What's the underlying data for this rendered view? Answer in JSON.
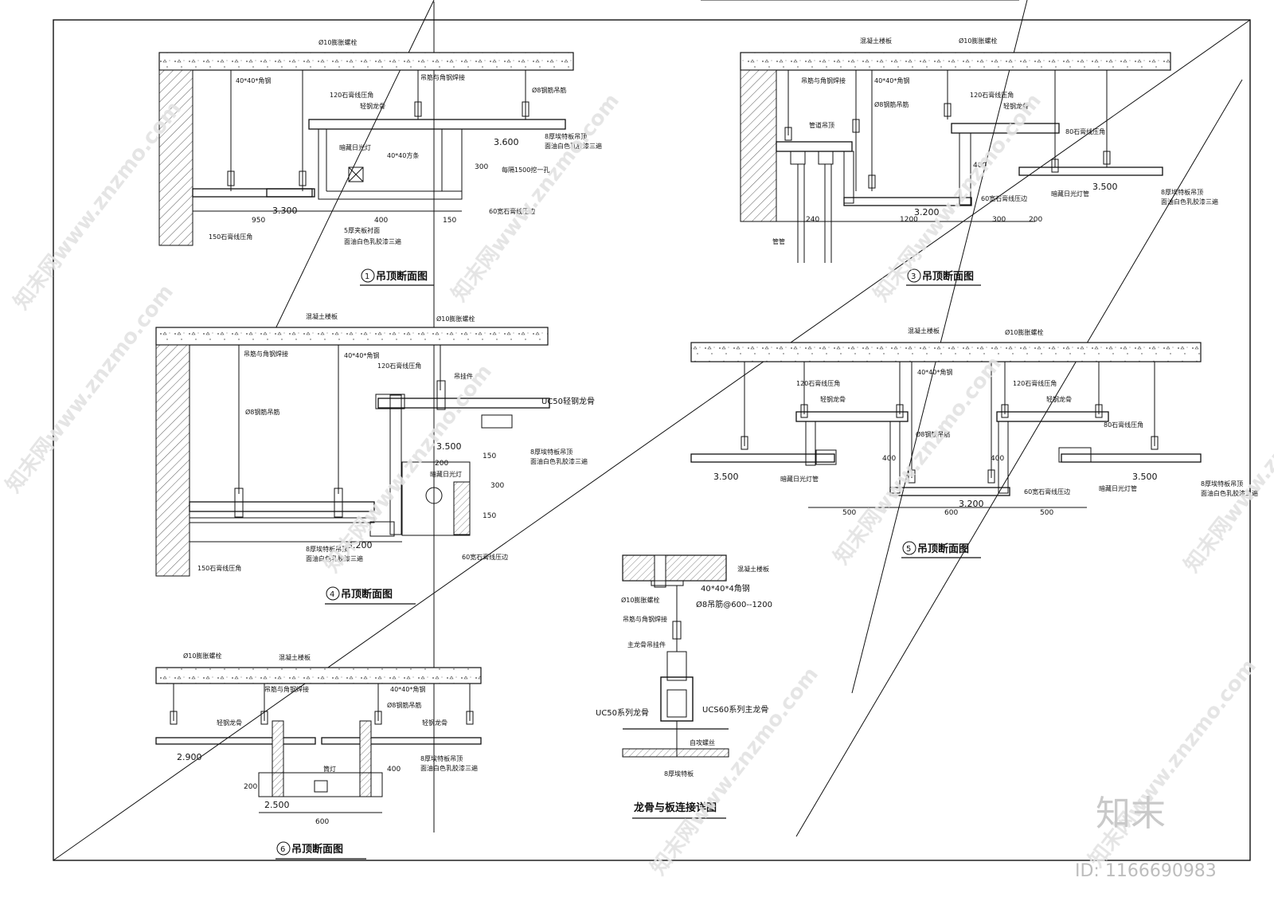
{
  "drawings": {
    "d1": {
      "title_num": "1",
      "title": "吊顶断面图",
      "notes": [
        "Ø10膨胀螺栓",
        "40*40*角钢",
        "吊筋与角钢焊接",
        "Ø8钢筋吊筋",
        "120石膏线压角",
        "轻钢龙骨",
        "暗藏日光灯",
        "40*40方条",
        "每隔1500挖一孔",
        "60宽石膏线压边",
        "5厚夹板衬面",
        "面油白色乳胶漆三遍",
        "150石膏线压角",
        "8厚埃特板吊顶",
        "面油白色乳胶漆三遍"
      ],
      "levels": [
        "3.600",
        "3.300"
      ],
      "dims": [
        "950",
        "400",
        "150",
        "300"
      ]
    },
    "d3": {
      "title_num": "3",
      "title": "吊顶断面图",
      "notes": [
        "混凝土楼板",
        "Ø10膨胀螺栓",
        "吊筋与角钢焊接",
        "40*40*角钢",
        "Ø8钢筋吊筋",
        "120石膏线压角",
        "轻钢龙骨",
        "管道吊顶",
        "80石膏线压角",
        "暗藏日光灯管",
        "60宽石膏线压边",
        "8厚埃特板吊顶",
        "面油白色乳胶漆三遍",
        "管管"
      ],
      "levels": [
        "3.200",
        "3.500"
      ],
      "dims": [
        "240",
        "1200",
        "300",
        "200",
        "400"
      ]
    },
    "d4": {
      "title_num": "4",
      "title": "吊顶断面图",
      "notes": [
        "混凝土楼板",
        "Ø10膨胀螺栓",
        "吊筋与角钢焊接",
        "40*40*角钢",
        "120石膏线压角",
        "吊挂件",
        "UC50轻钢龙骨",
        "Ø8钢筋吊筋",
        "暗藏日光灯",
        "8厚埃特板吊顶",
        "面油白色乳胶漆三遍",
        "60宽石膏线压边",
        "150石膏线压角"
      ],
      "levels": [
        "3.500",
        "3.200"
      ],
      "dims": [
        "200",
        "150",
        "300",
        "150"
      ]
    },
    "d5": {
      "title_num": "5",
      "title": "吊顶断面图",
      "notes": [
        "混凝土楼板",
        "Ø10膨胀螺栓",
        "120石膏线压角",
        "轻钢龙骨",
        "40*40*角钢",
        "Ø8钢筋吊筋",
        "80石膏线压角",
        "暗藏日光灯管",
        "60宽石膏线压边",
        "8厚埃特板吊顶",
        "面油白色乳胶漆三遍"
      ],
      "levels": [
        "3.500",
        "3.200",
        "3.500"
      ],
      "dims": [
        "500",
        "600",
        "500",
        "400",
        "400"
      ]
    },
    "d6": {
      "title_num": "6",
      "title": "吊顶断面图",
      "notes": [
        "Ø10膨胀螺栓",
        "混凝土楼板",
        "吊筋与角钢焊接",
        "40*40*角钢",
        "Ø8钢筋吊筋",
        "轻钢龙骨",
        "筒灯",
        "8厚埃特板吊顶",
        "面油白色乳胶漆三遍"
      ],
      "levels": [
        "2.900",
        "2.500"
      ],
      "dims": [
        "200",
        "400",
        "600"
      ]
    },
    "detail": {
      "title": "龙骨与板连接详图",
      "notes": [
        "混凝土楼板",
        "40*40*4角钢",
        "Ø10膨胀螺栓",
        "Ø8吊筋@600--1200",
        "吊筋与角钢焊接",
        "主龙骨吊挂件",
        "UC50系列龙骨",
        "UCS60系列主龙骨",
        "自攻螺丝",
        "8厚埃特板"
      ]
    }
  },
  "watermark": {
    "text": "知末网www.znzmo.com",
    "logo": "知末",
    "id_label": "ID: 1166690983"
  },
  "colors": {
    "line": "#111111",
    "watermark": "#dddddd"
  }
}
